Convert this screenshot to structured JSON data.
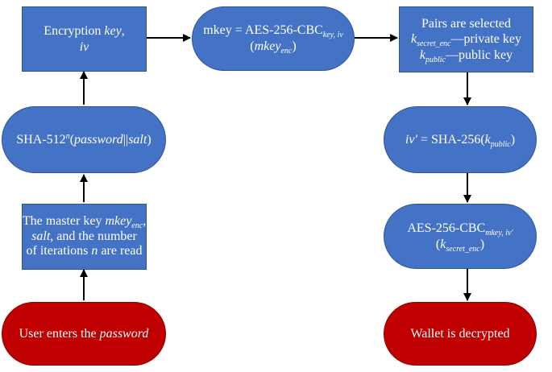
{
  "nodes": {
    "encryption_key_iv": {
      "line1_text": "Encryption ",
      "line1_italic": "key",
      "line1_tail": ",",
      "line2_italic": "iv"
    },
    "mkey_aes": {
      "line1_text": "mkey = AES-256-CBC",
      "line1_sub": "key, iv",
      "line2_open": "(",
      "line2_italic": "mkey",
      "line2_sub": "enc",
      "line2_close": ")"
    },
    "pairs_selected": {
      "line1": "Pairs are selected",
      "line2_italic": "k",
      "line2_sub": "secret_enc",
      "line2_tail": "—private key",
      "line3_italic": "k",
      "line3_sub": "public",
      "line3_tail": "—public key"
    },
    "sha512": {
      "text": "SHA-512",
      "sup": "n",
      "open": "(",
      "italic1": "password",
      "sep": "||",
      "italic2": "salt",
      "close": ")"
    },
    "iv_prime": {
      "italic": "iv′",
      "text": " = SHA-256(",
      "italic2": "k",
      "sub": "public",
      "close": ")"
    },
    "master_key_read": {
      "line1_text": "The master key ",
      "line1_italic": "mkey",
      "line1_sub": "enc",
      "line1_tail": ",",
      "line2_italic": "salt",
      "line2_tail": ", and the number",
      "line3_text": "of iterations ",
      "line3_italic": "n",
      "line3_tail": " are read"
    },
    "aes_decrypt": {
      "line1_text": "AES-256-CBC",
      "line1_sub": "mkey, iv′",
      "line2_open": "(",
      "line2_italic": "k",
      "line2_sub": "secret_enc",
      "line2_close": ")"
    },
    "user_enters": {
      "text": "User enters the ",
      "italic": "password"
    },
    "wallet_decrypted": {
      "text": "Wallet is decrypted"
    }
  },
  "colors": {
    "blue": "#4472C4",
    "red": "#C00000",
    "text": "#FFFFFF",
    "arrow": "#000000"
  }
}
